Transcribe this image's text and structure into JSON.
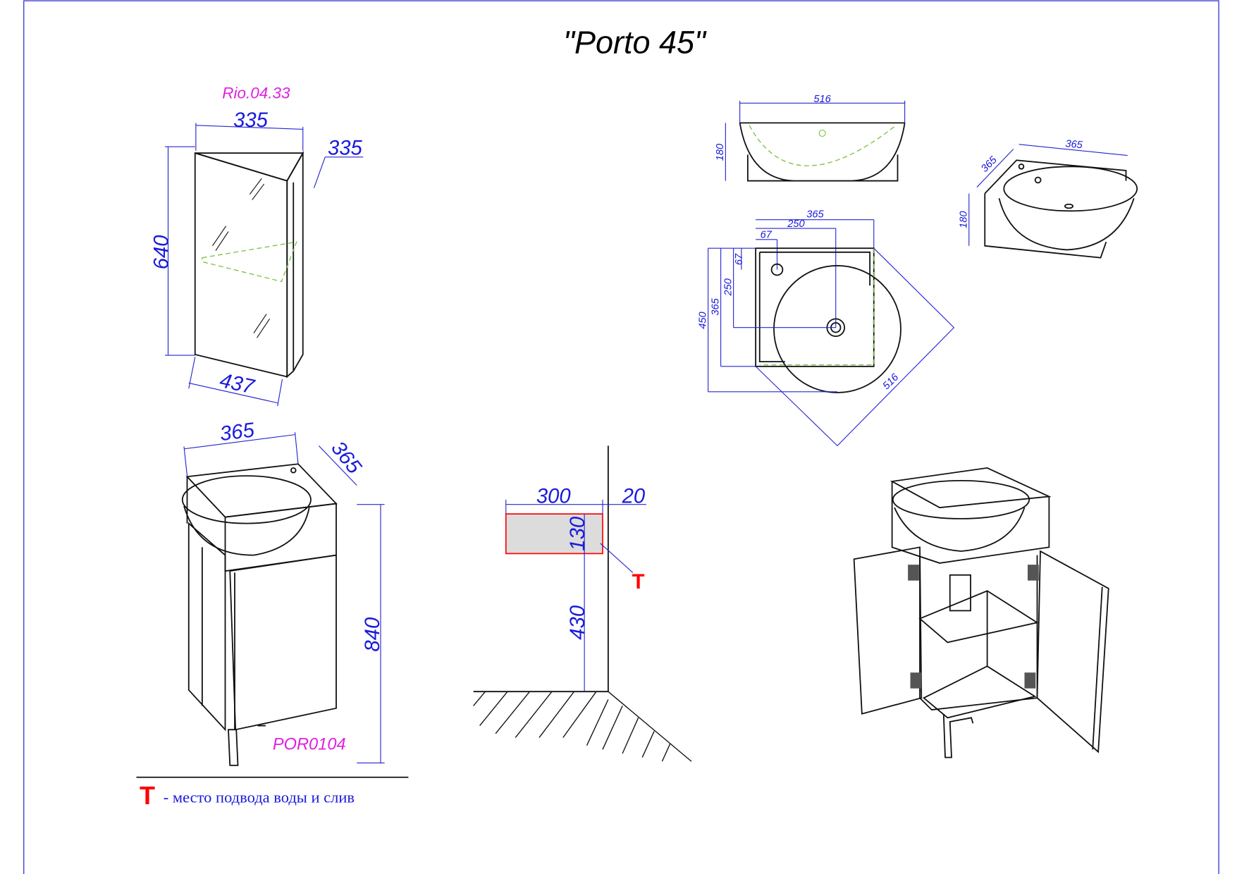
{
  "title": "\"Porto 45\"",
  "mirror_cabinet": {
    "code": "Rio.04.33",
    "dims": {
      "width": "335",
      "depth": "335",
      "height": "640",
      "diagonal": "437"
    }
  },
  "vanity": {
    "code": "POR0104",
    "dims": {
      "width": "365",
      "depth": "365",
      "height": "840"
    }
  },
  "basin_front": {
    "dims": {
      "width": "516",
      "height": "180"
    }
  },
  "basin_plan": {
    "dims": {
      "w365": "365",
      "w250": "250",
      "w67": "67",
      "h67": "67",
      "h250": "250",
      "h365": "365",
      "h450": "450",
      "diag516": "516"
    }
  },
  "basin_iso": {
    "dims": {
      "w365": "365",
      "d365": "365",
      "h180": "180"
    }
  },
  "install": {
    "dims": {
      "width": "300",
      "gap": "20",
      "height": "130",
      "floor": "430"
    },
    "marker": "T"
  },
  "legend": {
    "marker": "T",
    "text": "- место подвода воды и слив"
  },
  "colors": {
    "dimension": "#1a1adc",
    "code": "#e020e0",
    "marker": "#ff0000",
    "hidden": "#7fc241"
  }
}
